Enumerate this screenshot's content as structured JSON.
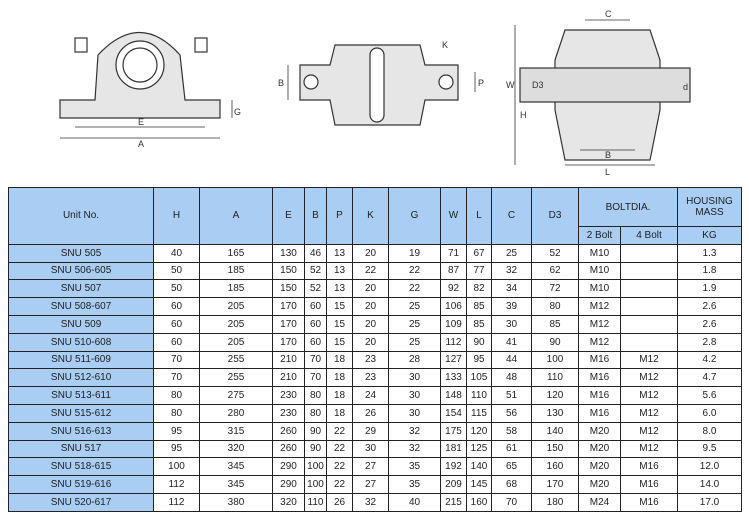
{
  "drawings": {
    "side": [
      "E",
      "A",
      "G"
    ],
    "top": [
      "B",
      "P",
      "K"
    ],
    "section": [
      "C",
      "W",
      "D3",
      "H",
      "B",
      "L",
      "d"
    ]
  },
  "table": {
    "headers": {
      "unit": "Unit No.",
      "cols": [
        "H",
        "A",
        "E",
        "B",
        "P",
        "K",
        "G",
        "W",
        "L",
        "C",
        "D3"
      ],
      "bolt": "BOLTDIA.",
      "bolt2": "2 Bolt",
      "bolt4": "4 Bolt",
      "mass": "HOUSING MASS",
      "kg": "KG"
    },
    "rows": [
      [
        "SNU 505",
        "40",
        "165",
        "130",
        "46",
        "13",
        "20",
        "19",
        "71",
        "67",
        "25",
        "52",
        "M10",
        "",
        "1.3"
      ],
      [
        "SNU 506-605",
        "50",
        "185",
        "150",
        "52",
        "13",
        "22",
        "22",
        "87",
        "77",
        "32",
        "62",
        "M10",
        "",
        "1.8"
      ],
      [
        "SNU 507",
        "50",
        "185",
        "150",
        "52",
        "13",
        "20",
        "22",
        "92",
        "82",
        "34",
        "72",
        "M10",
        "",
        "1.9"
      ],
      [
        "SNU 508-607",
        "60",
        "205",
        "170",
        "60",
        "15",
        "20",
        "25",
        "106",
        "85",
        "39",
        "80",
        "M12",
        "",
        "2.6"
      ],
      [
        "SNU 509",
        "60",
        "205",
        "170",
        "60",
        "15",
        "20",
        "25",
        "109",
        "85",
        "30",
        "85",
        "M12",
        "",
        "2.6"
      ],
      [
        "SNU 510-608",
        "60",
        "205",
        "170",
        "60",
        "15",
        "20",
        "25",
        "112",
        "90",
        "41",
        "90",
        "M12",
        "",
        "2.8"
      ],
      [
        "SNU 511-609",
        "70",
        "255",
        "210",
        "70",
        "18",
        "23",
        "28",
        "127",
        "95",
        "44",
        "100",
        "M16",
        "M12",
        "4.2"
      ],
      [
        "SNU 512-610",
        "70",
        "255",
        "210",
        "70",
        "18",
        "23",
        "30",
        "133",
        "105",
        "48",
        "110",
        "M16",
        "M12",
        "4.7"
      ],
      [
        "SNU 513-611",
        "80",
        "275",
        "230",
        "80",
        "18",
        "24",
        "30",
        "148",
        "110",
        "51",
        "120",
        "M16",
        "M12",
        "5.6"
      ],
      [
        "SNU 515-612",
        "80",
        "280",
        "230",
        "80",
        "18",
        "26",
        "30",
        "154",
        "115",
        "56",
        "130",
        "M16",
        "M12",
        "6.0"
      ],
      [
        "SNU 516-613",
        "95",
        "315",
        "260",
        "90",
        "22",
        "29",
        "32",
        "175",
        "120",
        "58",
        "140",
        "M20",
        "M12",
        "8.0"
      ],
      [
        "SNU 517",
        "95",
        "320",
        "260",
        "90",
        "22",
        "30",
        "32",
        "181",
        "125",
        "61",
        "150",
        "M20",
        "M12",
        "9.5"
      ],
      [
        "SNU 518-615",
        "100",
        "345",
        "290",
        "100",
        "22",
        "27",
        "35",
        "192",
        "140",
        "65",
        "160",
        "M20",
        "M16",
        "12.0"
      ],
      [
        "SNU 519-616",
        "112",
        "345",
        "290",
        "100",
        "22",
        "27",
        "35",
        "209",
        "145",
        "68",
        "170",
        "M20",
        "M16",
        "14.0"
      ],
      [
        "SNU 520-617",
        "112",
        "380",
        "320",
        "110",
        "26",
        "32",
        "40",
        "215",
        "160",
        "70",
        "180",
        "M24",
        "M16",
        "17.0"
      ]
    ]
  }
}
